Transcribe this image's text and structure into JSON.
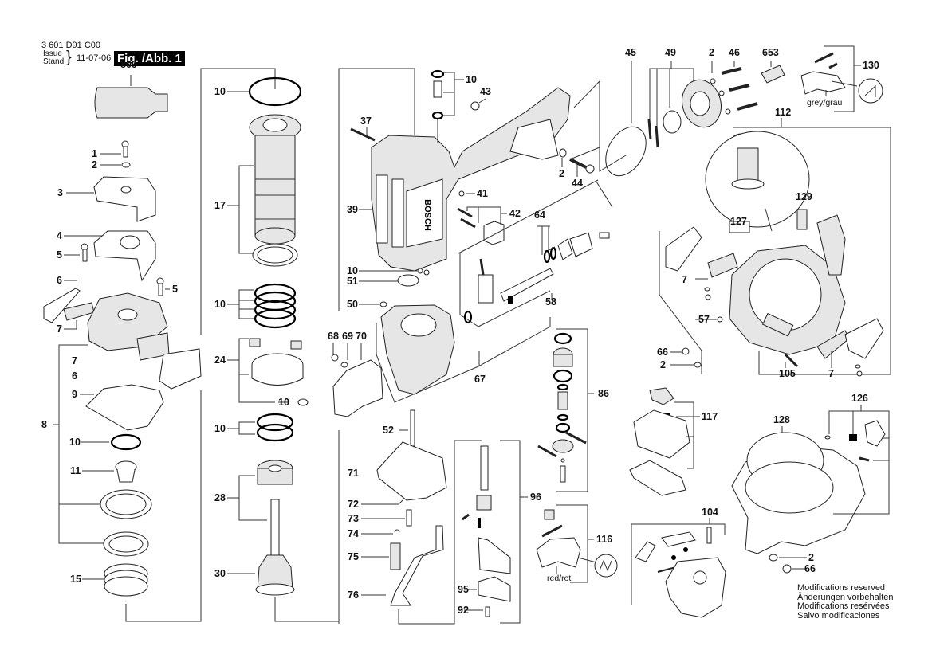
{
  "header": {
    "document_number": "3 601 D91 C00",
    "issue_label": "Issue",
    "stand_label": "Stand",
    "date": "11-07-06",
    "figure_label": "Fig. /Abb. 1"
  },
  "labels": {
    "p800": "800",
    "p1": "1",
    "p2a": "2",
    "p3": "3",
    "p4": "4",
    "p5a": "5",
    "p5b": "5",
    "p6a": "6",
    "p7a": "7",
    "p7b": "7",
    "p6b": "6",
    "p8": "8",
    "p9": "9",
    "p10a": "10",
    "p11": "11",
    "p15": "15",
    "p10b": "10",
    "p17": "17",
    "p10c": "10",
    "p24": "24",
    "p10d": "10",
    "p10e": "10",
    "p28": "28",
    "p30": "30",
    "p37": "37",
    "p10f": "10",
    "p43": "43",
    "p39": "39",
    "p41": "41",
    "p42": "42",
    "p64": "64",
    "p10g": "10",
    "p51": "51",
    "p50": "50",
    "p58": "58",
    "p68": "68",
    "p69": "69",
    "p70": "70",
    "p67": "67",
    "p86": "86",
    "p52": "52",
    "p71": "71",
    "p72": "72",
    "p73": "73",
    "p74": "74",
    "p75": "75",
    "p76": "76",
    "p96": "96",
    "p95": "95",
    "p92": "92",
    "p116": "116",
    "p45": "45",
    "p49": "49",
    "p2b": "2",
    "p46": "46",
    "p653": "653",
    "p130": "130",
    "p2c": "2",
    "p44": "44",
    "p112": "112",
    "p129": "129",
    "p127": "127",
    "p7c": "7",
    "p57": "57",
    "p66a": "66",
    "p2d": "2",
    "p105": "105",
    "p7d": "7",
    "p117": "117",
    "p126": "126",
    "p128": "128",
    "p104": "104",
    "p2e": "2",
    "p66b": "66"
  },
  "notes": {
    "grey": "grey/grau",
    "red": "red/rot",
    "brand": "BOSCH"
  },
  "footer": {
    "lines": [
      "Modifications reserved",
      "Änderungen vorbehalten",
      "Modifications resérvées",
      "Salvo modificaciones"
    ]
  }
}
